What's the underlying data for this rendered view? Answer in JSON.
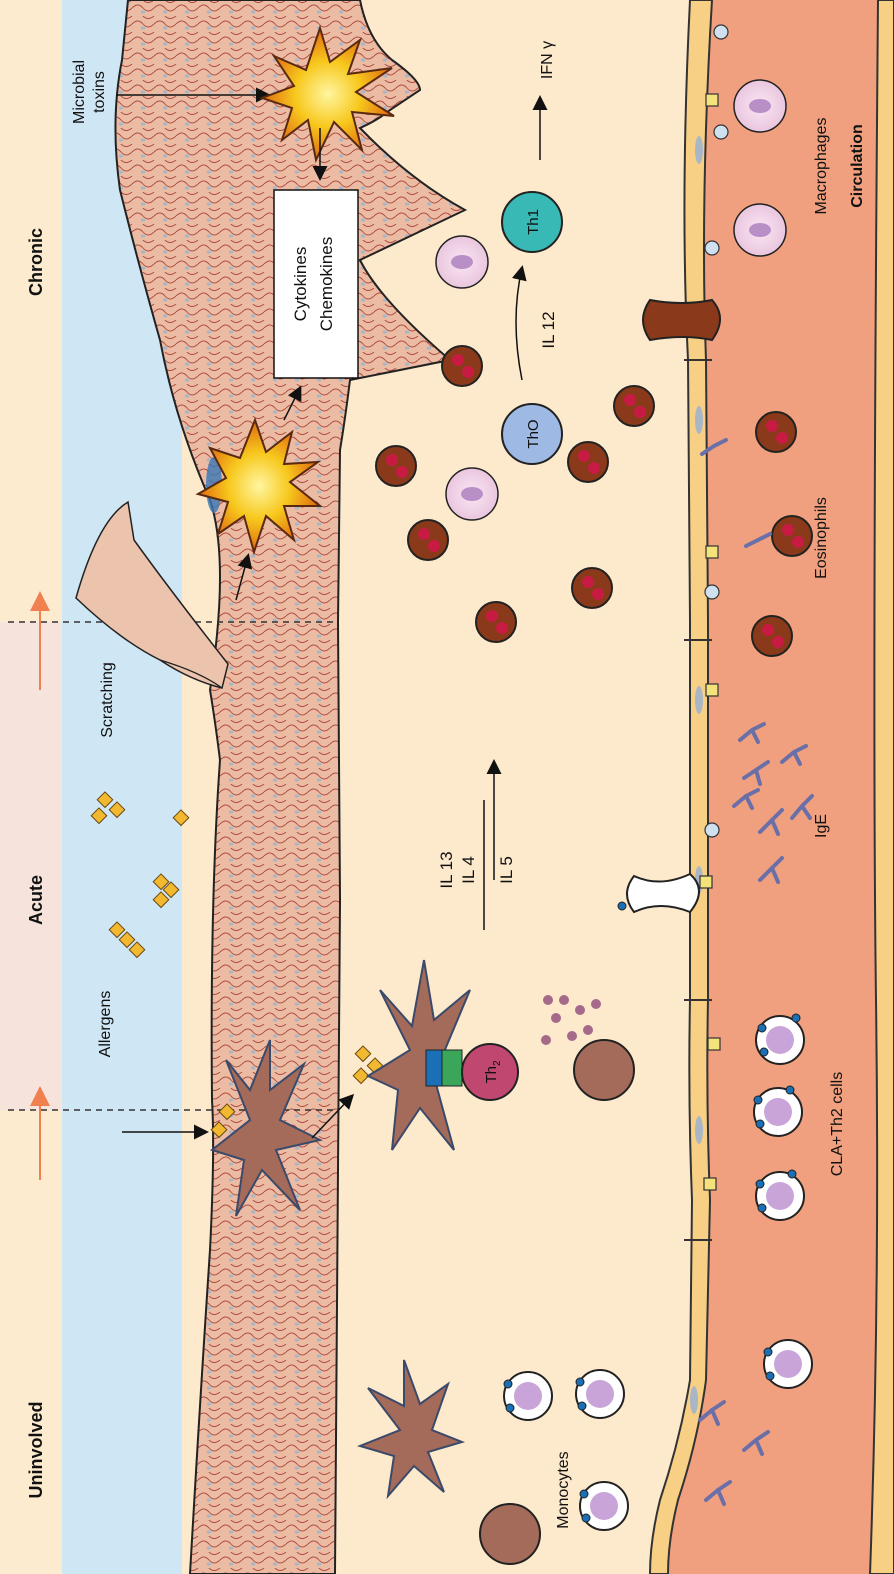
{
  "stages": {
    "uninvolved": "Uninvolved",
    "acute": "Acute",
    "chronic": "Chronic"
  },
  "labels": {
    "microbial_toxins_1": "Microbial",
    "microbial_toxins_2": "toxins",
    "cytokines": "Cytokines",
    "chemokines": "Chemokines",
    "scratching": "Scratching",
    "allergens": "Allergens",
    "monocytes": "Monocytes",
    "cla_th2": "CLA+Th2 cells",
    "ige": "IgE",
    "eosinophils": "Eosinophils",
    "macrophages": "Macrophages",
    "circulation": "Circulation",
    "il13": "IL 13",
    "il4": "IL 4",
    "il5": "IL 5",
    "il12": "IL 12",
    "ifn": "IFN γ",
    "th0": "ThO",
    "th1": "Th1",
    "th2": "Th",
    "th2_sub": "2"
  },
  "colors": {
    "sky": "#cfe6f5",
    "band_uninvolved": "#fdebd0",
    "band_acute": "#f6e3dc",
    "dermis": "#fde9cc",
    "epidermis": "#e9b49c",
    "vessel": "#f0a07e",
    "endothelium": "#f7cf85",
    "arrow_orange": "#f08050"
  }
}
